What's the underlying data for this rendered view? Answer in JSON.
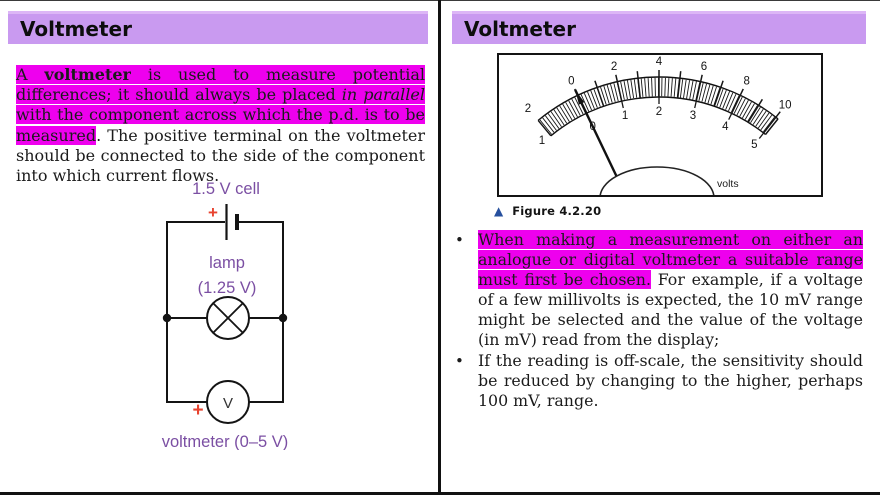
{
  "colors": {
    "header_bg": "#c99af0",
    "header_top_edge": "#dcb6f6",
    "highlight": "#ee00ee",
    "circuit_label": "#7b4fa3",
    "plus_sign": "#e8432f",
    "caption_marker_color": "#27509e"
  },
  "left": {
    "title": "Voltmeter",
    "paragraph_segments": [
      {
        "text": "A ",
        "hl": true
      },
      {
        "text": "voltmeter",
        "hl": true,
        "b": true
      },
      {
        "text": " is used to measure potential differences; it should always be placed ",
        "hl": true
      },
      {
        "text": "in parallel",
        "hl": true,
        "i": true
      },
      {
        "text": " with the component across which the p.d. is to be measured",
        "hl": true
      },
      {
        "text": ". The positive terminal on the voltmeter should be connected to the side of the component into which current flows."
      }
    ],
    "circuit": {
      "cell_label": "1.5 V cell",
      "cell_plus": "+",
      "lamp_label": "lamp",
      "lamp_value": "(1.25 V)",
      "voltmeter_plus": "+",
      "voltmeter_letter": "V",
      "voltmeter_label": "voltmeter (0–5 V)"
    }
  },
  "right": {
    "title": "Voltmeter",
    "figure": {
      "caption_marker": "▲",
      "caption": "Figure 4.2.20",
      "meter": {
        "unit_label": "volts",
        "top_scale": [
          0,
          2,
          4,
          6,
          8,
          10
        ],
        "bottom_scale": [
          0,
          1,
          2,
          3,
          4,
          5
        ],
        "left_end_labels": [
          "2",
          "1"
        ],
        "needle_value": 0
      }
    },
    "bullets": [
      {
        "segments": [
          {
            "text": "When making a measurement on either an analogue or digital voltmeter a suitable range must first be chosen.",
            "hl": true
          },
          {
            "text": " For example, if a voltage of a few millivolts is expected, the 10 mV range might be selected and the value of the voltage (in mV) read from the display;"
          }
        ]
      },
      {
        "segments": [
          {
            "text": "If the reading is off-scale, the sensitivity should be reduced by changing to the higher, perhaps 100 mV, range."
          }
        ]
      }
    ]
  }
}
